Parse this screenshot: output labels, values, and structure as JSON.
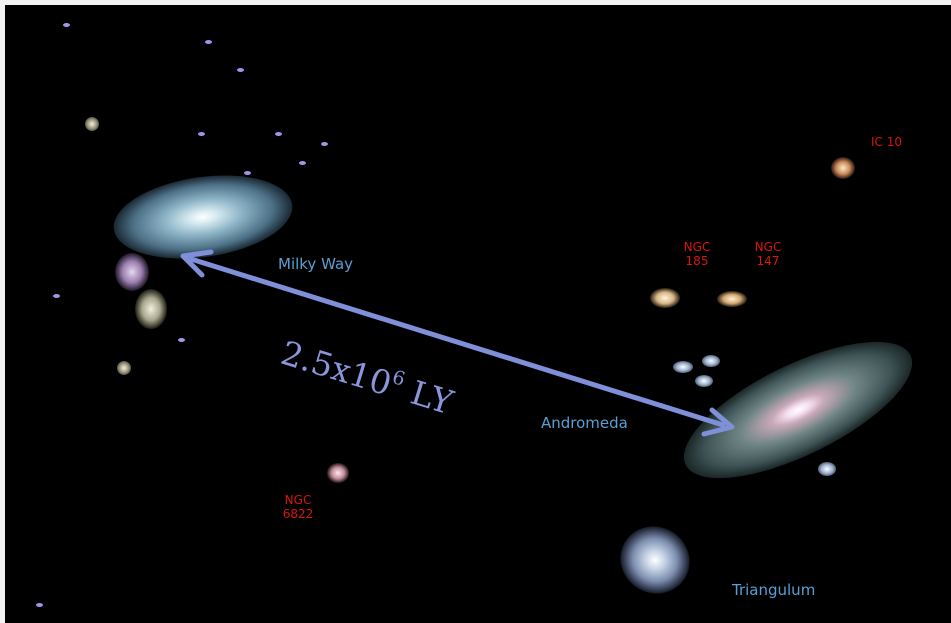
{
  "scene": {
    "distance": {
      "base": "2.5x10",
      "exponent": "6",
      "unit": " LY"
    },
    "galaxies": {
      "milky_way": "Milky Way",
      "andromeda": "Andromeda",
      "triangulum": "Triangulum"
    },
    "satellites": {
      "ngc185": [
        "NGC",
        "185"
      ],
      "ngc147": [
        "NGC",
        "147"
      ],
      "ic10": "IC 10",
      "ngc6822": [
        "NGC",
        "6822"
      ]
    },
    "colors": {
      "background": "#000000",
      "frame": "#f2f2f2",
      "arrow": "#7f8fd8",
      "galaxy_label": "#5a9fd4",
      "satellite_label": "#d8160f"
    }
  }
}
